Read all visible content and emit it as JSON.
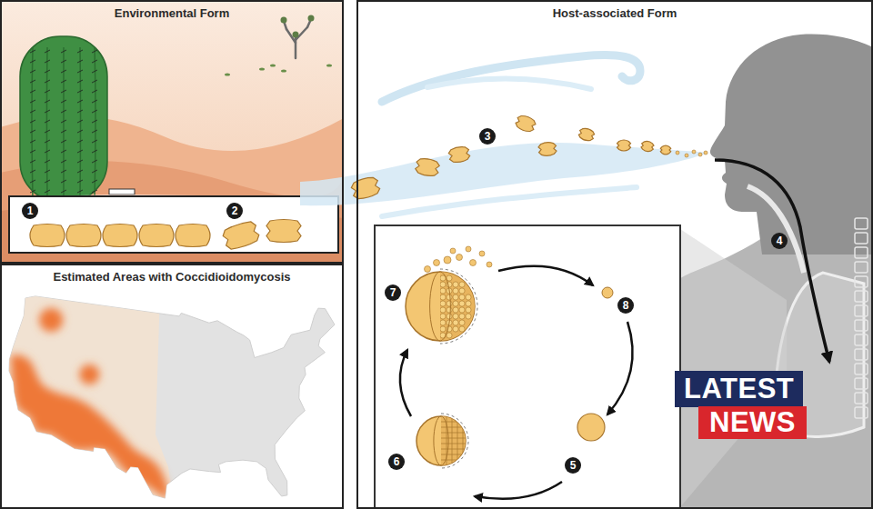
{
  "diagram": {
    "nodes": [
      {
        "text": [
          "Environmental Form"
        ]
      },
      {
        "text": [
          "Estimated Areas with Coccidioidomycosis"
        ]
      },
      {
        "text": [
          "Host-associated Form"
        ]
      }
    ],
    "labels": [
      "1",
      "2",
      "3",
      "4",
      "5",
      "6",
      "7",
      "8",
      "LATEST",
      "NEWS"
    ]
  }
}
